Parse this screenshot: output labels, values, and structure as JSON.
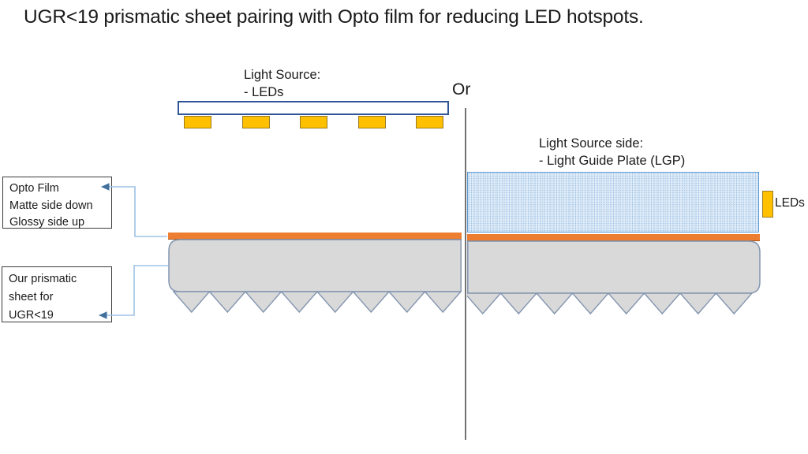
{
  "title": "UGR<19 prismatic sheet pairing with Opto film for reducing LED hotspots.",
  "divider": {
    "or_label": "Or"
  },
  "left_diagram": {
    "light_source_label_line1": "Light Source:",
    "light_source_label_line2": "- LEDs",
    "led_count": 5,
    "prism_teeth_count": 8
  },
  "right_diagram": {
    "light_source_label_line1": "Light Source side:",
    "light_source_label_line2": "- Light Guide Plate (LGP)",
    "side_leds_label": "LEDs",
    "prism_teeth_count": 8
  },
  "callouts": {
    "opto_film": {
      "line1": "Opto Film",
      "line2": "Matte side down",
      "line3": "Glossy side up"
    },
    "prismatic_sheet": {
      "line1": "Our prismatic",
      "line2": "sheet for",
      "line3": "UGR<19"
    }
  },
  "colors": {
    "opto_film_orange": "#EC7D31",
    "led_yellow": "#FFC000",
    "led_board_border_blue": "#2F5597",
    "lgp_fill_blue": "#DEEBF7",
    "lgp_border_blue": "#5B9BD5",
    "sheet_gray": "#D9D9D9",
    "sheet_border_bluegray": "#8496B0",
    "connector_light_blue": "#9DC3E6",
    "arrowhead_blue": "#41719C",
    "divider_gray": "#737373"
  }
}
